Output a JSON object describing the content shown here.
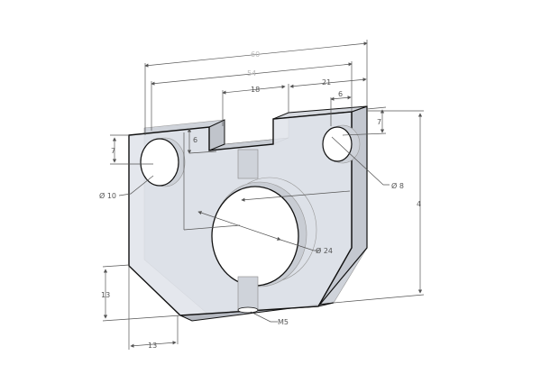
{
  "colors": {
    "body": "#dfe3ea",
    "side": "#c4c8d0",
    "edge": "#111111",
    "dimension": "#555555"
  },
  "dimensions": {
    "overall_width": "60",
    "hole_span": "54",
    "notch_width": "18",
    "right_offset": "21",
    "right_hole_offset": "6",
    "right_hole_height": "7",
    "notch_depth": "6",
    "left_hole_height": "7",
    "left_hole_dia": "Ø 10",
    "right_hole_dia": "Ø 8",
    "center_hole_dia": "Ø 24",
    "overall_height": "4",
    "chamfer_height": "13",
    "chamfer_width": "13",
    "thread": "M5"
  }
}
